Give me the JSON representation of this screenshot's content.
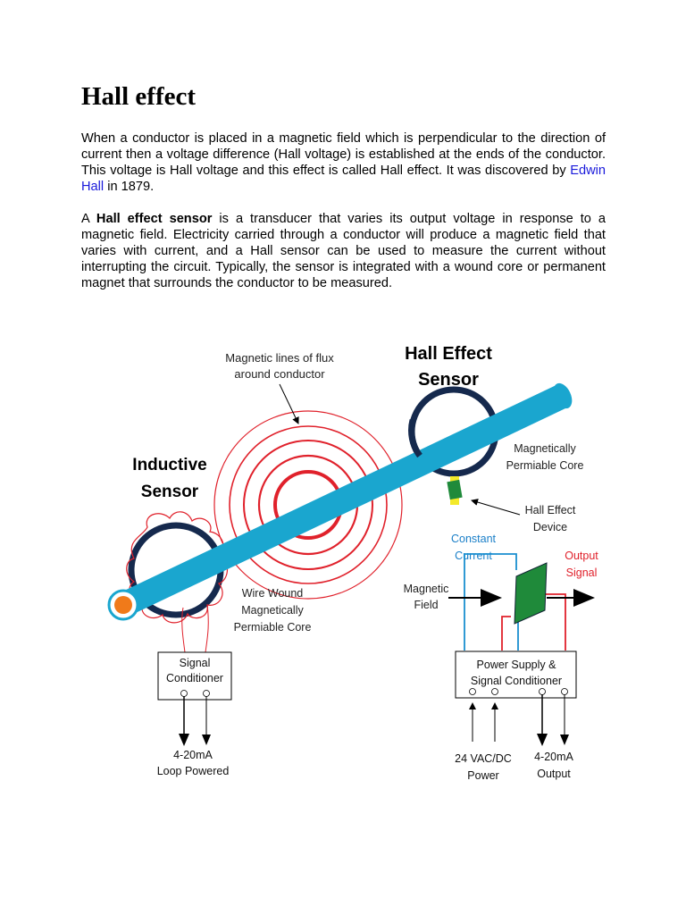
{
  "document": {
    "title": "Hall effect",
    "paragraph1": {
      "text_before": "When a conductor is placed in a magnetic field which is perpendicular to the direction of current then a voltage difference (Hall voltage) is established at the ends of the conductor. This voltage is Hall voltage and this effect is called Hall effect. It was discovered by ",
      "link": "Edwin Hall",
      "text_after": " in 1879."
    },
    "paragraph2": {
      "lead": "A ",
      "bold": "Hall effect sensor",
      "rest": " is a transducer that varies its output voltage in response to a magnetic field. Electricity carried through a conductor will produce a magnetic field that varies with current, and a Hall sensor can be used to measure the current without interrupting the circuit. Typically, the sensor is integrated with a wound core or permanent magnet that surrounds the conductor to be measured."
    }
  },
  "figure": {
    "flux_label": [
      "Magnetic lines of flux",
      "around conductor"
    ],
    "hall_sensor_title": [
      "Hall Effect",
      "Sensor"
    ],
    "inductive_sensor_title": [
      "Inductive",
      "Sensor"
    ],
    "core_label": [
      "Magnetically",
      "Permiable Core"
    ],
    "hall_device_label": [
      "Hall Effect",
      "Device"
    ],
    "constant_current_label": [
      "Constant",
      "Current"
    ],
    "output_signal_label": [
      "Output",
      "Signal"
    ],
    "magnetic_field_label": [
      "Magnetic",
      "Field"
    ],
    "wire_wound_label": [
      "Wire Wound",
      "Magnetically",
      "Permiable Core"
    ],
    "signal_conditioner_box": [
      "Signal",
      "Conditioner"
    ],
    "loop_label": [
      "4-20mA",
      "Loop Powered"
    ],
    "power_box": [
      "Power Supply &",
      "Signal Conditioner"
    ],
    "power_label": [
      "24 VAC/DC",
      "Power"
    ],
    "output_label": [
      "4-20mA",
      "Output"
    ],
    "colors": {
      "conductor": "#1aa6cf",
      "conductor_end": "#f07a1a",
      "flux_lines": "#e0212b",
      "core_ring": "#15294d",
      "hall_device": "#1f8a3a",
      "device_highlight": "#f3e92a",
      "constant_current_wire": "#1a8fd0",
      "output_wire": "#e0212b",
      "constant_current_text": "#1a7fc8",
      "output_text": "#e0212b"
    }
  }
}
